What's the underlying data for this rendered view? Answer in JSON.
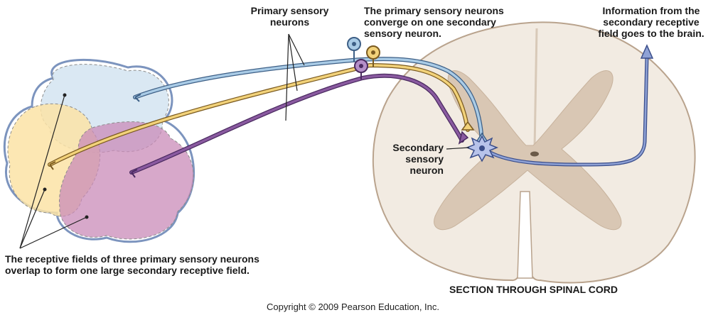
{
  "labels": {
    "primary_sensory_neurons": [
      "Primary sensory",
      "neurons"
    ],
    "converge": [
      "The primary sensory neurons",
      "converge on one secondary",
      "sensory neuron."
    ],
    "information": [
      "Information from the",
      "secondary receptive",
      "field goes to the brain."
    ],
    "secondary_neuron": [
      "Secondary",
      "sensory",
      "neuron"
    ],
    "receptive_fields": [
      "The receptive fields of three primary sensory neurons",
      "overlap to form one large secondary receptive field."
    ],
    "section": "SECTION THROUGH SPINAL CORD"
  },
  "copyright": "Copyright © 2009 Pearson Education, Inc.",
  "colors": {
    "blue_field": "#d6e6f2",
    "yellow_field": "#fbe3a6",
    "magenta_field": "#c98bb8",
    "blue_neuron": "#a9cbe6",
    "yellow_neuron": "#f2d27a",
    "purple_neuron": "#8a5aa0",
    "field_outline": "#7c94be",
    "cord_white": "#f2ebe2",
    "cord_grey": "#d9c7b4",
    "cord_outline": "#b9a38d"
  }
}
